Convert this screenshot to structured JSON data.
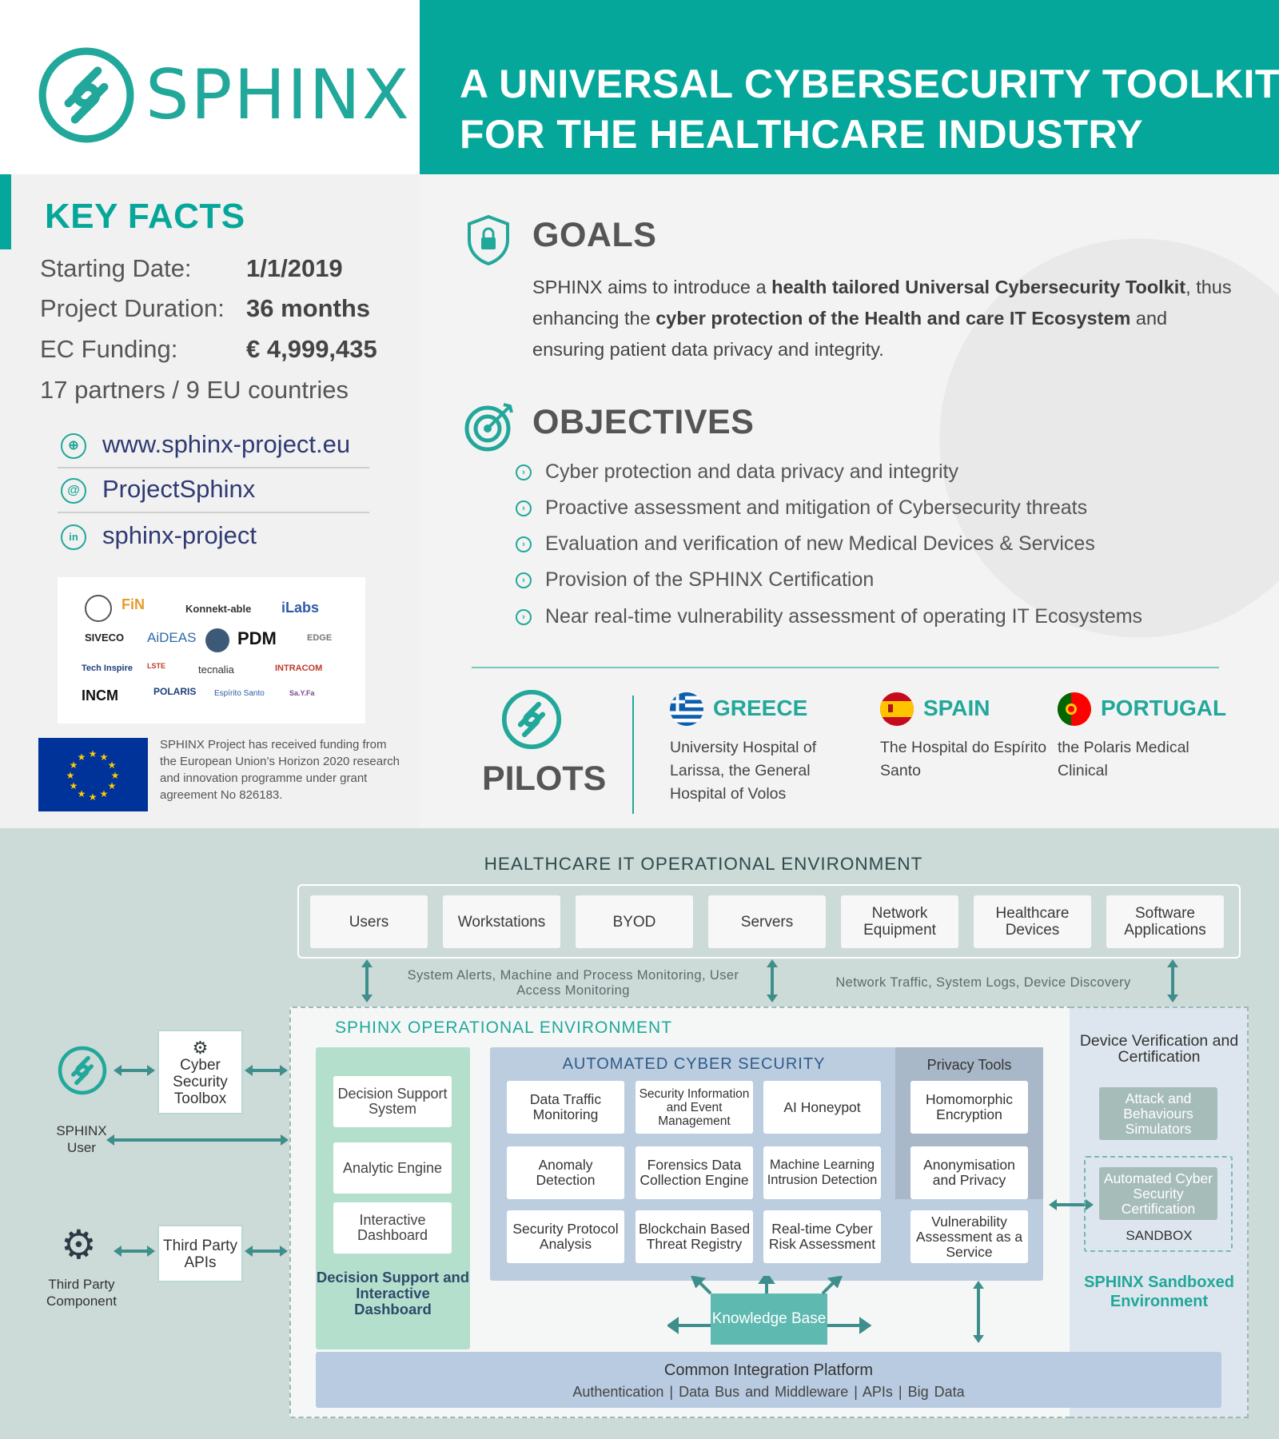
{
  "brand": {
    "name": "SPHINX",
    "color": "#21a89a"
  },
  "header": {
    "title_line1": "A UNIVERSAL CYBERSECURITY TOOLKIT",
    "title_line2": "FOR THE HEALTHCARE INDUSTRY",
    "band_color": "#05a79a"
  },
  "key_facts": {
    "title": "KEY FACTS",
    "starting_date_label": "Starting Date:",
    "starting_date_value": "1/1/2019",
    "duration_label": "Project Duration:",
    "duration_value": "36 months",
    "funding_label": "EC Funding:",
    "funding_value": "€ 4,999,435",
    "partners_text": "17 partners / 9 EU countries"
  },
  "links": [
    {
      "icon": "globe-icon",
      "glyph": "⊕",
      "text": "www.sphinx-project.eu"
    },
    {
      "icon": "at-icon",
      "glyph": "@",
      "text": "ProjectSphinx"
    },
    {
      "icon": "linkedin-icon",
      "glyph": "in",
      "text": "sphinx-project"
    }
  ],
  "partner_logos": [
    "FiN",
    "Konnekt-able",
    "iLabs",
    "SIVECO",
    "AiDEAS",
    "PDM",
    "EDGE",
    "Tech Inspire",
    "LSTE",
    "tecnalia",
    "INTRACOM",
    "INCM",
    "POLARIS",
    "Espírito Santo",
    "Sa.Y.Fa"
  ],
  "eu": {
    "funding_text": "SPHINX Project has received funding from the European  Union’s Horizon 2020 research and innovation programme under grant agreement No 826183."
  },
  "goals": {
    "title": "GOALS",
    "text_1": "SPHINX aims to introduce a ",
    "bold_1": "health tailored Universal Cybersecurity Toolkit",
    "text_2": ", thus enhancing the ",
    "bold_2": "cyber protection of the Health and care IT Ecosystem",
    "text_3": " and ensuring patient data privacy and integrity."
  },
  "objectives": {
    "title": "OBJECTIVES",
    "items": [
      "Cyber protection and data privacy and integrity",
      "Proactive assessment and mitigation of Cybersecurity threats",
      "Evaluation and verification of new Medical Devices & Services",
      "Provision of the SPHINX Certification",
      "Near real-time vulnerability assessment of operating IT Ecosystems"
    ]
  },
  "pilots": {
    "title": "PILOTS",
    "countries": [
      {
        "name": "GREECE",
        "desc": "University Hospital of Larissa, the General Hospital of Volos"
      },
      {
        "name": "SPAIN",
        "desc": "The Hospital do Espírito Santo"
      },
      {
        "name": "PORTUGAL",
        "desc": "the Polaris Medical Clinical"
      }
    ]
  },
  "diagram": {
    "env_title": "HEALTHCARE IT OPERATIONAL ENVIRONMENT",
    "env_items": [
      "Users",
      "Workstations",
      "BYOD",
      "Servers",
      "Network Equipment",
      "Healthcare Devices",
      "Software Applications"
    ],
    "flow_left": "System Alerts, Machine and Process Monitoring, User Access Monitoring",
    "flow_right": "Network Traffic, System Logs, Device Discovery",
    "soe_title": "SPHINX OPERATIONAL ENVIRONMENT",
    "dsid_items": [
      "Decision Support System",
      "Analytic Engine",
      "Interactive Dashboard"
    ],
    "dsid_title": "Decision Support and Interactive Dashboard",
    "acs_title": "AUTOMATED CYBER SECURITY",
    "acs_items": [
      "Data Traffic Monitoring",
      "Security Information and Event Management",
      "AI Honeypot",
      "Anomaly Detection",
      "Forensics Data Collection Engine",
      "Machine Learning Intrusion Detection",
      "Security Protocol Analysis",
      "Blockchain Based Threat Registry",
      "Real-time Cyber Risk Assessment"
    ],
    "privacy_title": "Privacy Tools",
    "privacy_items": [
      "Homomorphic Encryption",
      "Anonymisation and Privacy"
    ],
    "vaas": "Vulnerability Assessment as a Service",
    "knowledge_base": "Knowledge Base",
    "cip_title": "Common Integration Platform",
    "cip_sub": "Authentication  |  Data Bus and Middleware  |  APIs  |  Big Data",
    "dv_title": "Device Verification and Certification",
    "dv_items": [
      "Attack and Behaviours Simulators",
      "Automated Cyber Security Certification"
    ],
    "sandbox_label": "SANDBOX",
    "sandbox_env_title": "SPHINX Sandboxed Environment",
    "toolbox": "Cyber Security Toolbox",
    "sphinx_user": "SPHINX User",
    "third_party_apis": "Third Party APIs",
    "third_party_component": "Third Party Component"
  }
}
